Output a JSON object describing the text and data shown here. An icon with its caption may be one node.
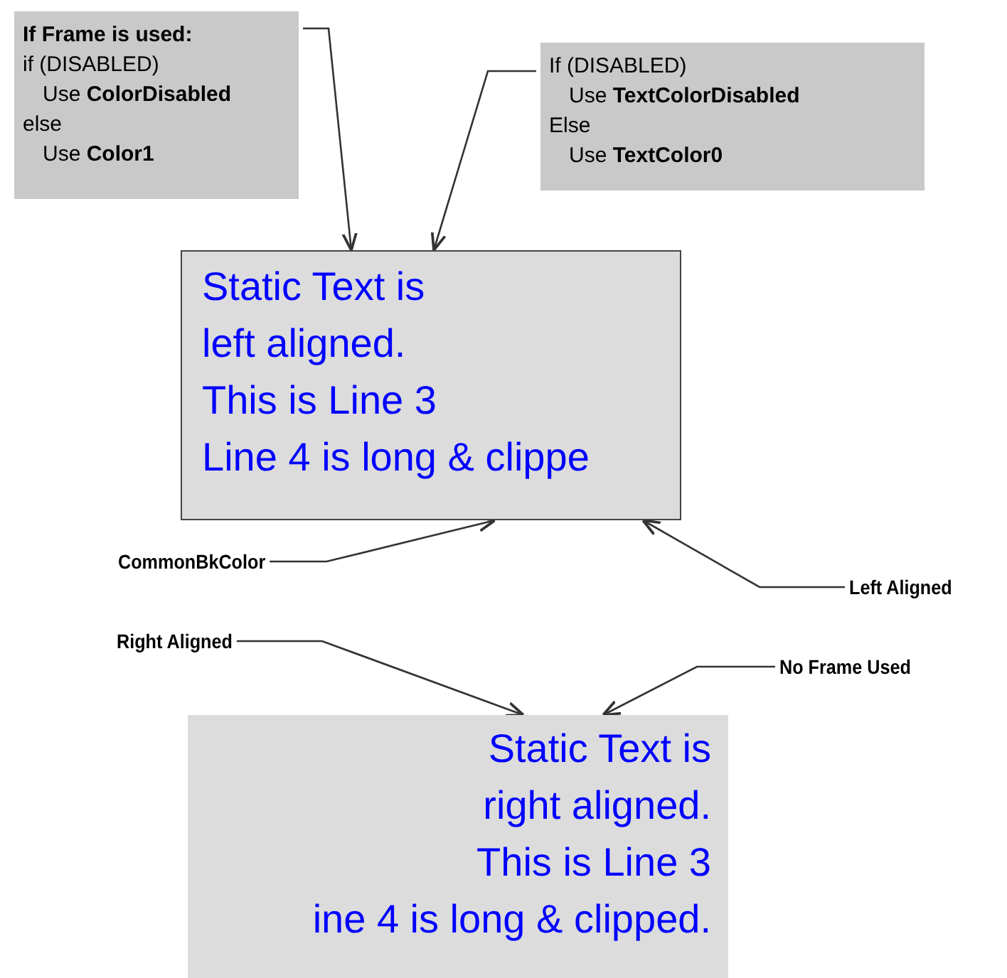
{
  "diagram": {
    "nodes": [
      {
        "text": [
          "If Frame is used:",
          "if (DISABLED)",
          "Use **ColorDisabled**",
          "else",
          "Use **Color1**"
        ]
      },
      {
        "text": [
          "If (DISABLED)",
          "Use **TextColorDisabled**",
          "Else",
          "Use **TextColor0**"
        ]
      },
      {
        "text": [
          "Static Text is",
          "left aligned.",
          "This is Line 3",
          "Line 4 is long & clippe"
        ]
      },
      {
        "text": [
          "CommonBkColor"
        ]
      },
      {
        "text": [
          "Left Aligned"
        ]
      },
      {
        "text": [
          "Right Aligned"
        ]
      },
      {
        "text": [
          "No Frame Used"
        ]
      },
      {
        "text": [
          "Static Text is",
          "right aligned.",
          "This is Line 3",
          "ine 4 is long & clipped."
        ]
      }
    ],
    "edges": [
      {
        "from": 0,
        "to": 2,
        "arrow": "to"
      },
      {
        "from": 1,
        "to": 2,
        "arrow": "to"
      },
      {
        "from": 3,
        "to": 2,
        "arrow": "to"
      },
      {
        "from": 4,
        "to": 2,
        "arrow": "to"
      },
      {
        "from": 5,
        "to": 7,
        "arrow": "to"
      },
      {
        "from": 6,
        "to": 7,
        "arrow": "to"
      }
    ]
  }
}
